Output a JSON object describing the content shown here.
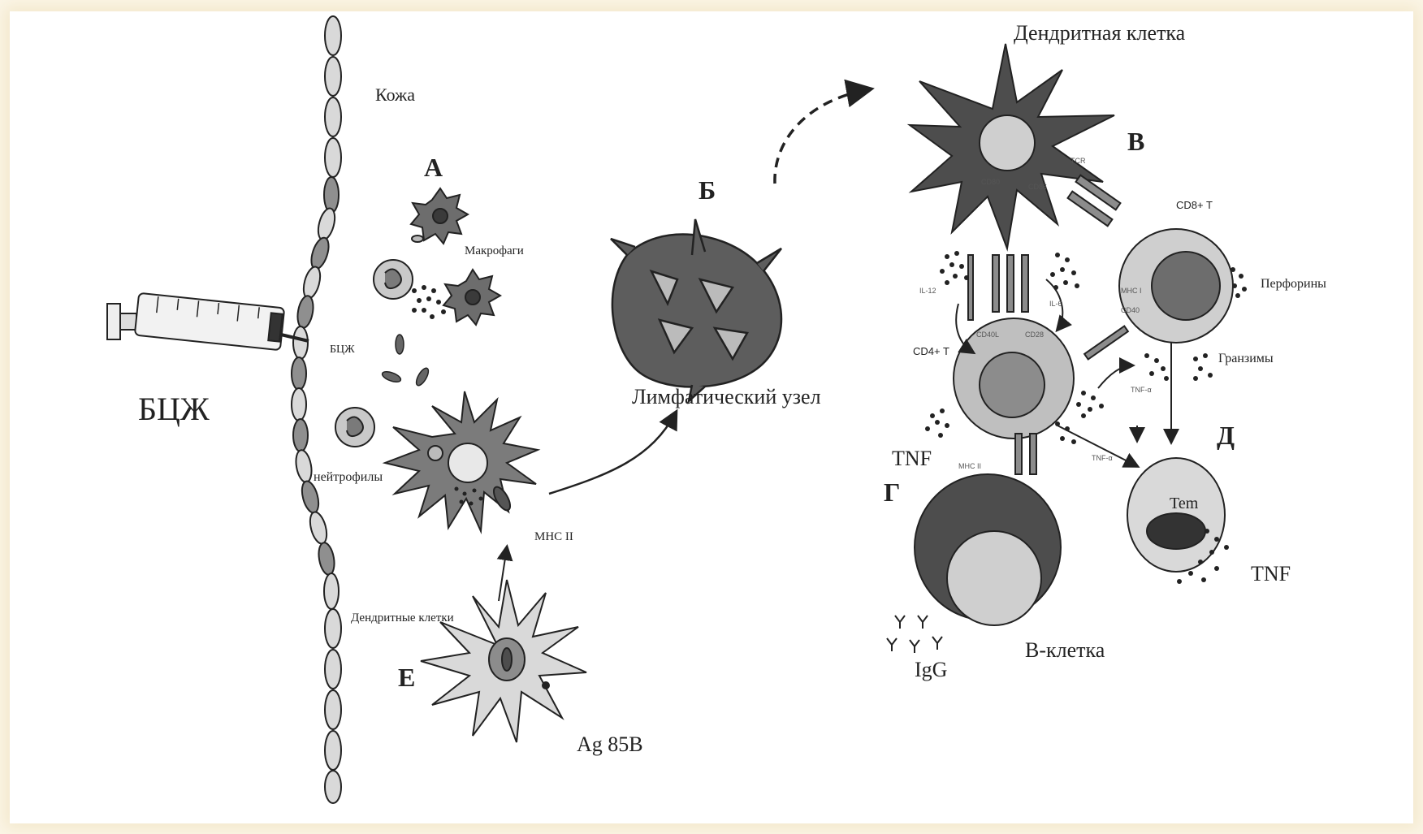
{
  "labels": {
    "bcg_main": "БЦЖ",
    "skin": "Кожа",
    "bcg_small": "БЦЖ",
    "macrophages": "Макрофаги",
    "neutrophils": "нейтрофилы",
    "mhc2": "МНС II",
    "dendritic_cells": "Дендритные клетки",
    "ag85b": "Ag 85B",
    "lymph_node": "Лимфатический узел",
    "dendritic_cell": "Дендритная клетка",
    "cd8t": "CD8+ T",
    "cd4t": "CD4+ T",
    "perforins": "Перфорины",
    "granzymes": "Гранзимы",
    "tnf_left": "TNF",
    "tnf_right": "TNF",
    "tem": "Tem",
    "bcell": "В-клетка",
    "igg": "IgG"
  },
  "letters": {
    "a": "А",
    "b": "Б",
    "v": "В",
    "g": "Г",
    "d": "Д",
    "e": "Е"
  },
  "tiny_labels": {
    "cd80": "CD80",
    "cd86": "CD86",
    "tcr": "TCR",
    "mhc1": "MHC I",
    "il12": "IL-12",
    "il6": "IL-6",
    "cd40l": "CD40L",
    "cd28": "CD28",
    "cd40": "CD40",
    "tnfa_1": "TNF-α",
    "tnfa_2": "TNF-α",
    "mhcii_bcell": "MHC II"
  },
  "colors": {
    "dark_cell": "#4d4d4d",
    "mid_cell": "#8c8c8c",
    "light_cell": "#cfcfcf",
    "line": "#222222"
  }
}
